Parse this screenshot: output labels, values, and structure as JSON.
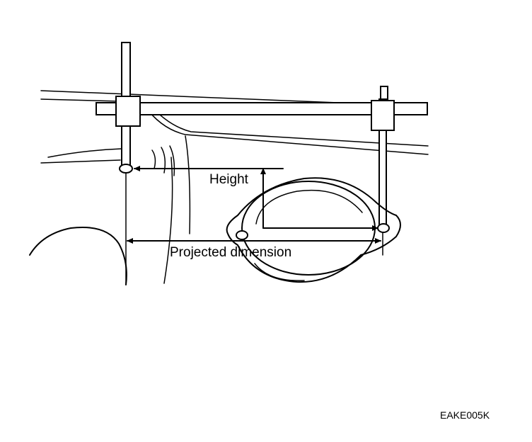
{
  "labels": {
    "height": "Height",
    "projected_dimension": "Projected dimension",
    "figure_code": "EAKE005K"
  }
}
